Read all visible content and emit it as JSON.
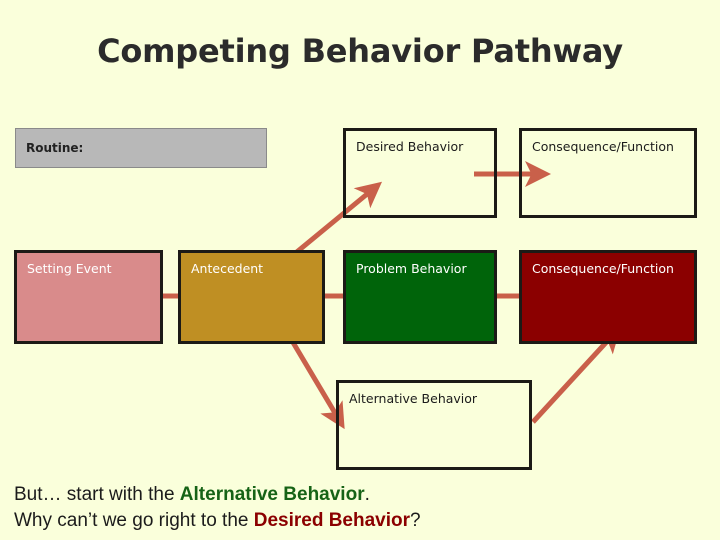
{
  "slide": {
    "title": "Competing Behavior Pathway",
    "background_color": "#FAFFDB",
    "title_color": "#2b2b2b"
  },
  "colors": {
    "arrow": "#C9604A",
    "box_border": "#1c1a16",
    "setting_event_fill": "#D98B8B",
    "antecedent_fill": "#BF8F23",
    "problem_behavior_fill": "#00640A",
    "consequence_fill": "#8B0000",
    "routine_fill": "#b8b8b8",
    "green_text": "#166316",
    "red_text": "#8B0000"
  },
  "routine": {
    "label": "Routine:"
  },
  "boxes": {
    "desired_behavior": "Desired Behavior",
    "consequence_top": "Consequence/Function",
    "setting_event": "Setting Event",
    "antecedent": "Antecedent",
    "problem_behavior": "Problem Behavior",
    "consequence_bottom": "Consequence/Function",
    "alternative_behavior": "Alternative Behavior"
  },
  "caption": {
    "line1_pre": "But… start with the ",
    "line1_bold": "Alternative Behavior",
    "line1_post": ".",
    "line2_pre": "Why can’t we go right to the ",
    "line2_bold": "Desired Behavior",
    "line2_post": "?"
  },
  "chart_data": {
    "type": "diagram",
    "title": "Competing Behavior Pathway",
    "nodes": [
      {
        "id": "routine",
        "label": "Routine:",
        "row": "header",
        "fill": "#b8b8b8"
      },
      {
        "id": "desired_behavior",
        "label": "Desired Behavior",
        "row": "top",
        "fill": "none"
      },
      {
        "id": "consequence_top",
        "label": "Consequence/Function",
        "row": "top",
        "fill": "none"
      },
      {
        "id": "setting_event",
        "label": "Setting Event",
        "row": "middle",
        "fill": "#D98B8B"
      },
      {
        "id": "antecedent",
        "label": "Antecedent",
        "row": "middle",
        "fill": "#BF8F23"
      },
      {
        "id": "problem_behavior",
        "label": "Problem Behavior",
        "row": "middle",
        "fill": "#00640A"
      },
      {
        "id": "consequence_bottom",
        "label": "Consequence/Function",
        "row": "middle",
        "fill": "#8B0000"
      },
      {
        "id": "alternative_behavior",
        "label": "Alternative Behavior",
        "row": "bottom",
        "fill": "none"
      }
    ],
    "edges": [
      {
        "from": "setting_event",
        "to": "antecedent",
        "style": "straight-right"
      },
      {
        "from": "antecedent",
        "to": "problem_behavior",
        "style": "straight-right"
      },
      {
        "from": "problem_behavior",
        "to": "consequence_bottom",
        "style": "straight-right"
      },
      {
        "from": "desired_behavior",
        "to": "consequence_top",
        "style": "straight-right"
      },
      {
        "from": "antecedent",
        "to": "desired_behavior",
        "style": "diagonal-up"
      },
      {
        "from": "antecedent",
        "to": "alternative_behavior",
        "style": "diagonal-down"
      },
      {
        "from": "alternative_behavior",
        "to": "consequence_bottom",
        "style": "diagonal-up"
      }
    ]
  }
}
